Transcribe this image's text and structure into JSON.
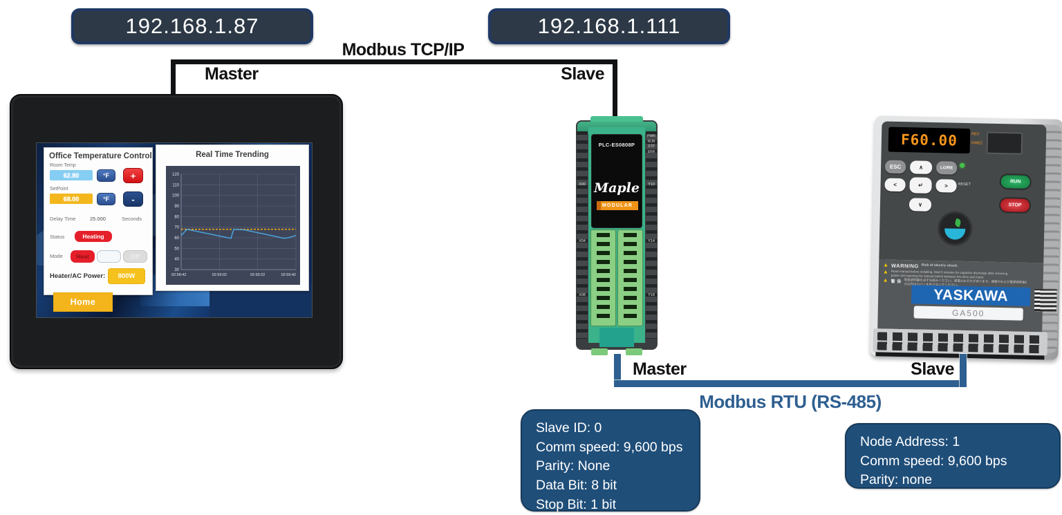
{
  "colors": {
    "tcp_line": "#101214",
    "rtu_line": "#2e5f90",
    "info_box_bg": "#1f4e79",
    "badge_bg": "#2d3946",
    "badge_border": "#1f3864",
    "setpoint_line": "#f0a818",
    "room_temp_line": "#4a9fd8"
  },
  "hmi": {
    "ip_badge": "192.168.1.87"
  },
  "plc": {
    "ip_badge": "192.168.1.111",
    "model": "PLC-ES0808P",
    "brand": "Maple",
    "brand_sub": "MODULAR",
    "left_labels": [
      "X00",
      "X04",
      "X08"
    ],
    "right_labels": [
      "Y10",
      "Y14",
      "Y18"
    ],
    "status_labels": [
      "PWR",
      "RUN",
      "STP",
      "ERR"
    ]
  },
  "tcp": {
    "label": "Modbus TCP/IP",
    "master": "Master",
    "slave": "Slave"
  },
  "rtu": {
    "label": "Modbus RTU (RS-485)",
    "master": "Master",
    "slave": "Slave"
  },
  "rtu_master_box": {
    "lines": [
      "Slave ID: 0",
      "Comm speed: 9,600 bps",
      "Parity: None",
      "Data Bit: 8 bit",
      "Stop Bit: 1 bit"
    ]
  },
  "rtu_slave_box": {
    "lines": [
      "Node Address: 1",
      "Comm speed: 9,600 bps",
      "Parity: none"
    ]
  },
  "screen": {
    "control": {
      "title": "Office Temperature Control",
      "room_temp_label": "Room Temp",
      "room_temp_value": "62.80",
      "room_temp_unit": "°F",
      "increase": "+",
      "setpoint_label": "SetPoint",
      "setpoint_value": "68.00",
      "setpoint_unit": "°F",
      "decrease": "-",
      "delay_label": "Delay Time",
      "delay_value": "25.000",
      "delay_unit": "Seconds",
      "status_label": "Status",
      "status_value": "Heating",
      "mode_label": "Mode",
      "mode_heat": "Heat",
      "mode_cool": "",
      "mode_off": "Off",
      "power_label": "Heater/AC Power:",
      "power_value": "800W"
    },
    "home_button": "Home"
  },
  "chart_data": {
    "type": "line",
    "title": "Real Time Trending",
    "x_ticks": [
      "02:58:42",
      "02:59:02",
      "02:59:22",
      "02:59:42"
    ],
    "x_range": [
      0,
      60
    ],
    "ylim": [
      30,
      120
    ],
    "y_ticks": [
      30,
      40,
      50,
      60,
      70,
      80,
      90,
      100,
      110,
      120
    ],
    "grid": true,
    "series": [
      {
        "name": "SetPoint",
        "color": "#f0a818",
        "style": "dashed",
        "points": [
          [
            0,
            68
          ],
          [
            60,
            68
          ]
        ]
      },
      {
        "name": "Room Temp",
        "color": "#4a9fd8",
        "style": "solid",
        "points": [
          [
            0,
            62
          ],
          [
            3,
            68
          ],
          [
            26,
            59.5
          ],
          [
            27.5,
            68
          ],
          [
            33,
            67.5
          ],
          [
            54,
            59.5
          ],
          [
            57,
            60.5
          ],
          [
            60,
            62.3
          ]
        ]
      }
    ]
  },
  "drive": {
    "display_value": "F60.00",
    "flags": [
      "REV",
      "DWEZ"
    ],
    "keys": [
      "ESC",
      "∧",
      "LO/RE",
      "<",
      "↵",
      ">",
      "∨"
    ],
    "reset_label": "RESET",
    "run_label": "RUN",
    "stop_label": "STOP",
    "warning_title": "WARNING",
    "warning_sub": "Risk of electric shock.",
    "warning_small": "Read manual before installing. Wait 5 minutes for capacitor discharge after removing power and opening the manual switch between the drive and motor.",
    "warning_title2": "警 告",
    "warning_small2": "取扱説明書を必ずお読みください。感電のおそれがあります。通電中および電源遮断後5分以内はカバーを外さないでください。",
    "brand": "YASKAWA",
    "model": "GA500"
  }
}
